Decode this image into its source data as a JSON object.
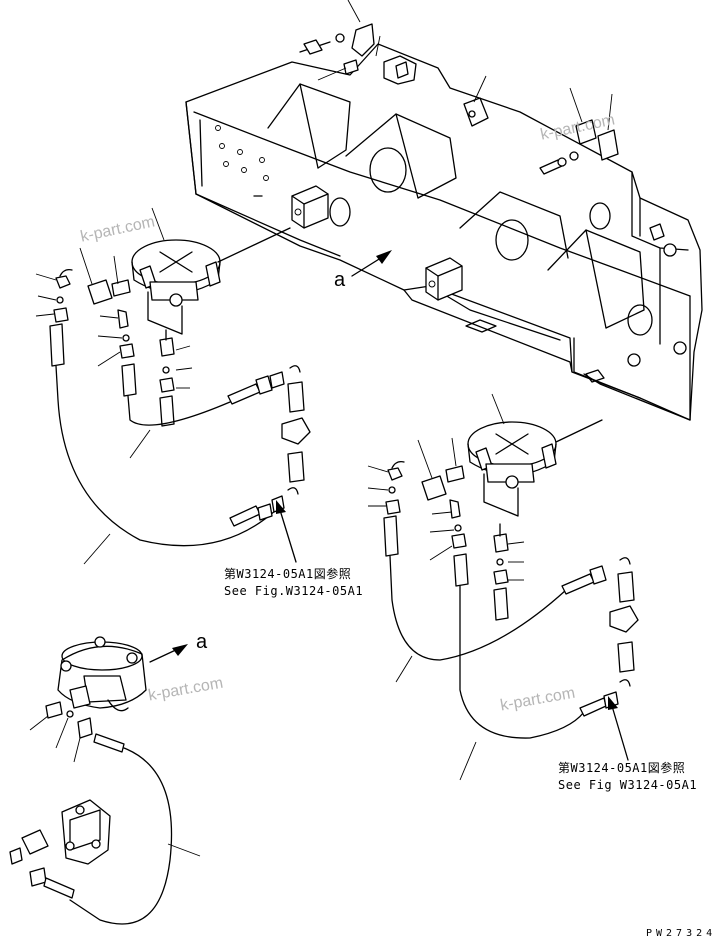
{
  "reference_notes": {
    "upper": {
      "ja": "第W3124-05A1図参照",
      "en": "See Fig.W3124-05A1"
    },
    "lower": {
      "ja": "第W3124-05A1図参照",
      "en": "See Fig W3124-05A1"
    }
  },
  "callout_labels": {
    "main": "a",
    "detail": "a"
  },
  "watermarks": [
    "k-part.com",
    "k-part.com",
    "k-part.com",
    "k-part.com"
  ],
  "drawing_code": "PW27324"
}
